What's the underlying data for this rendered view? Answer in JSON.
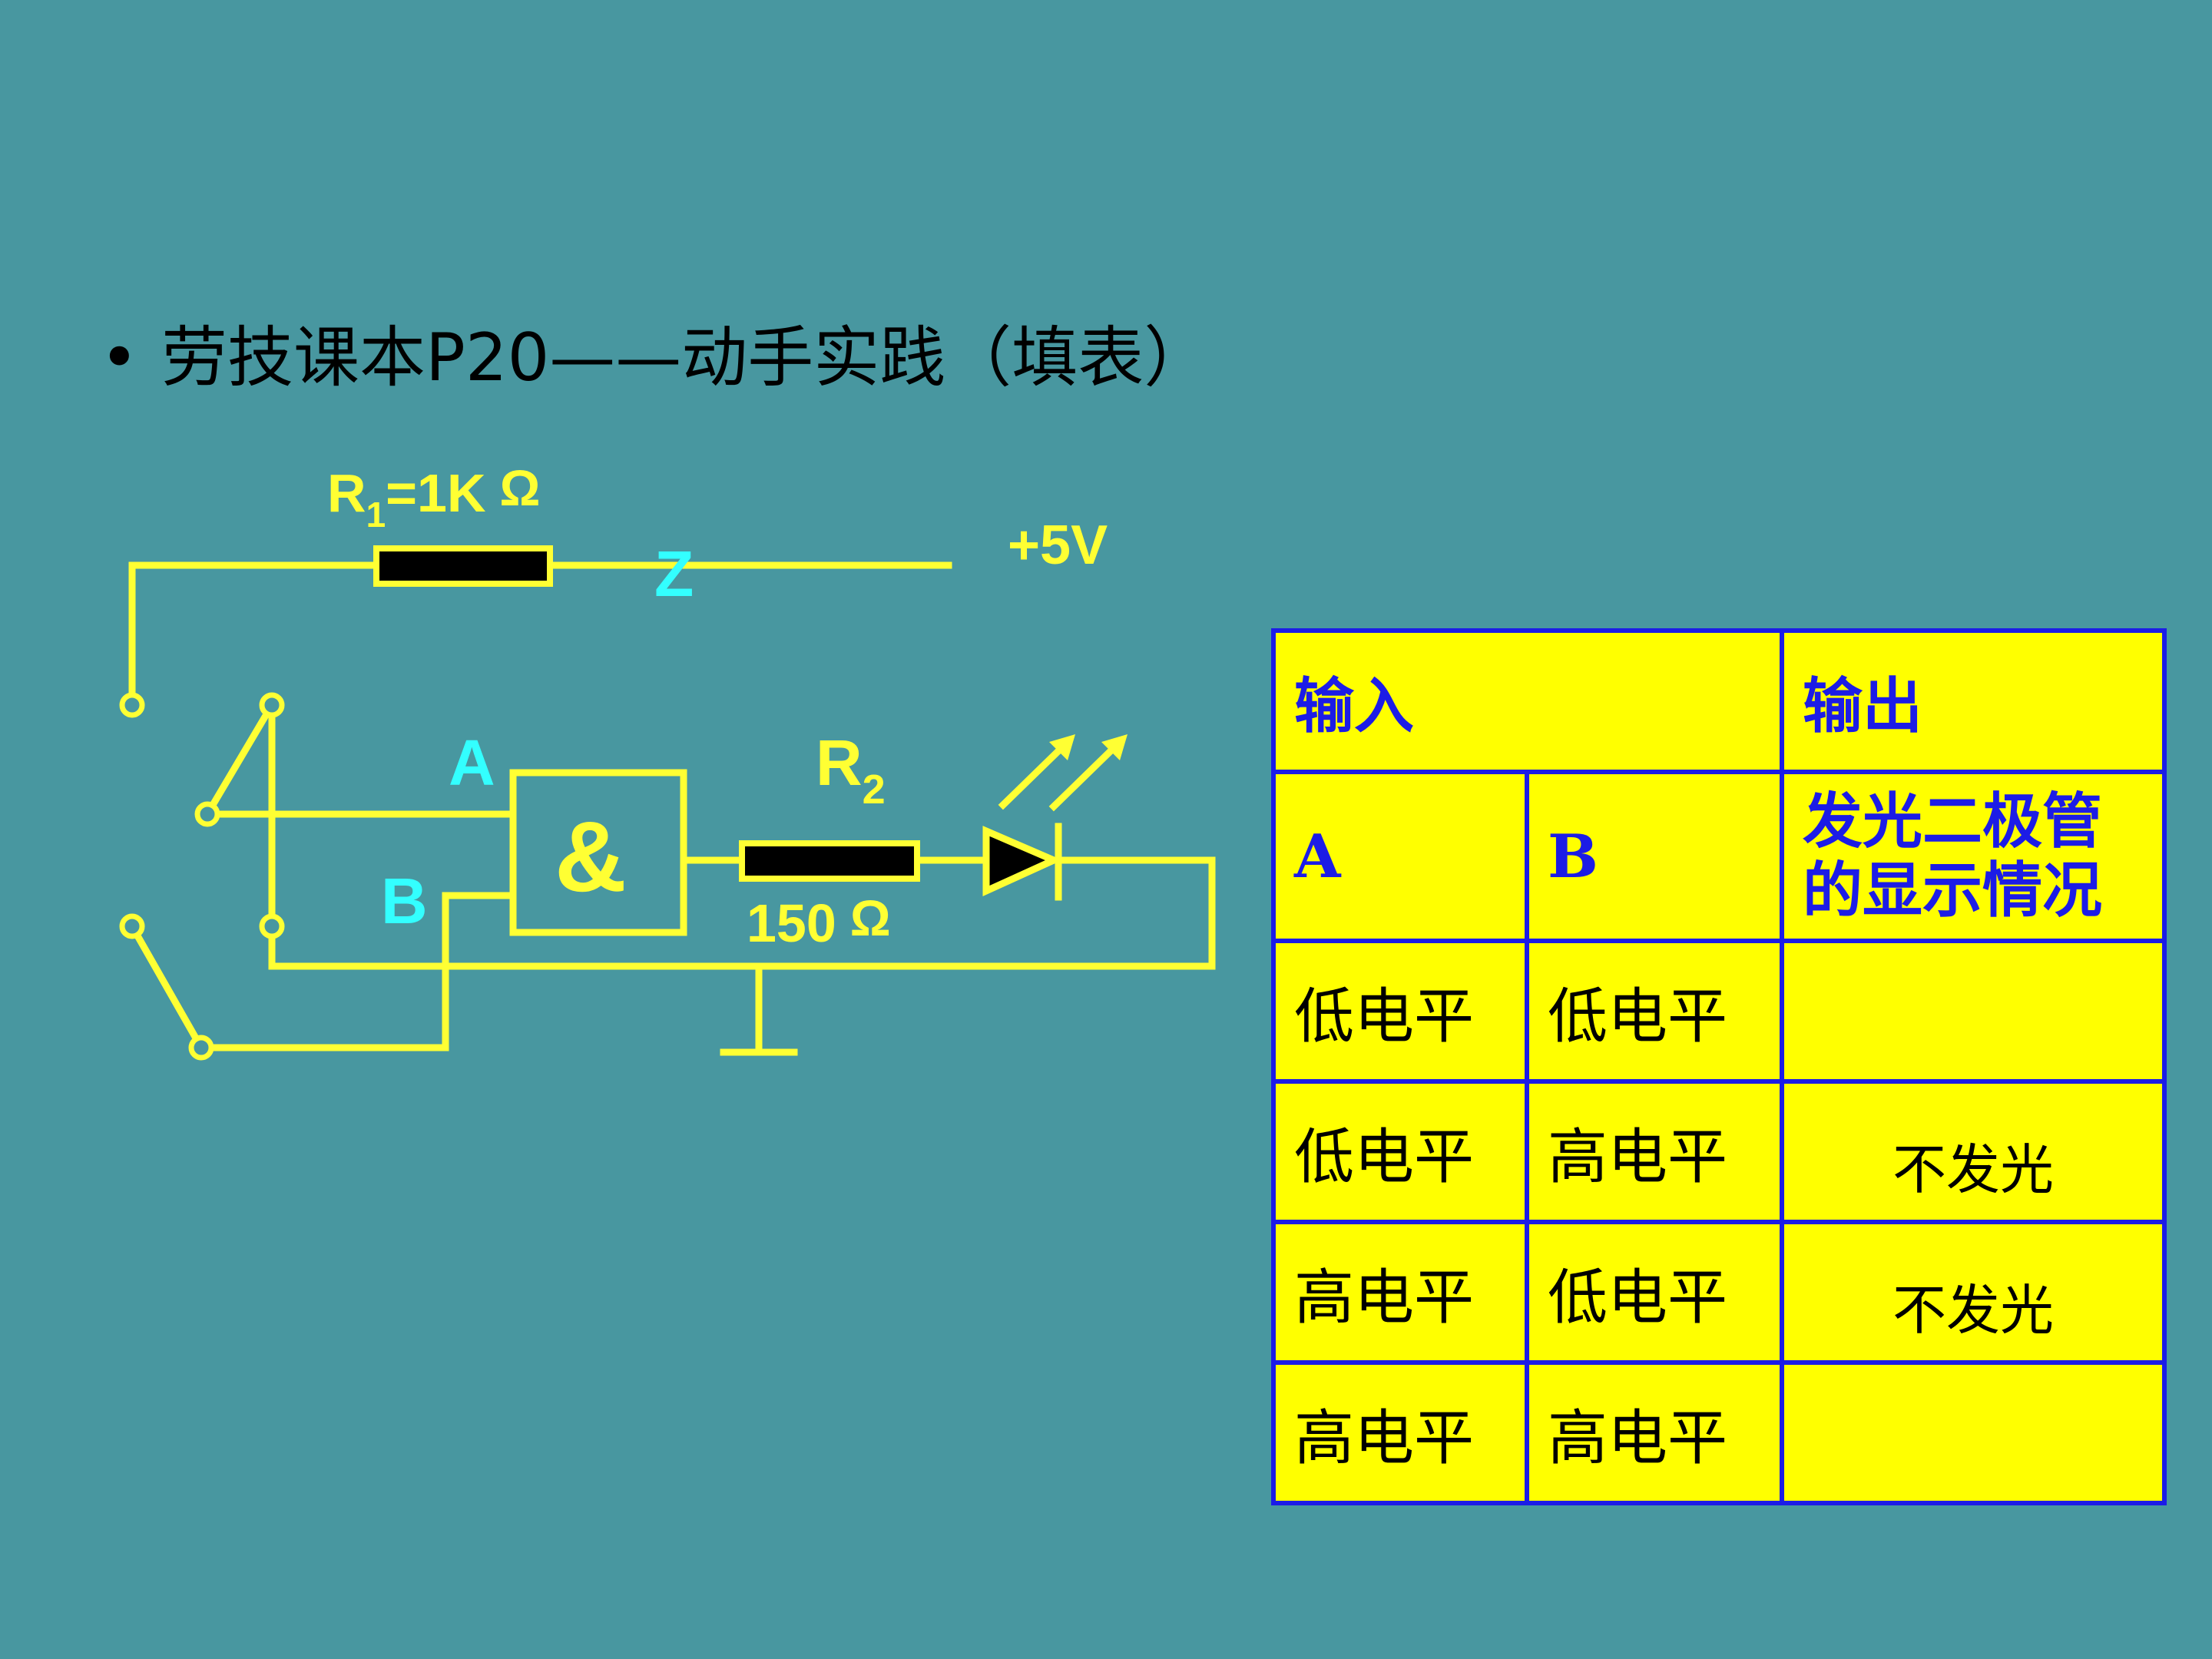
{
  "title": "劳技课本P20——动手实践（填表）",
  "bullet": "•",
  "circuit": {
    "r1_label": "R",
    "r1_sub": "1",
    "r1_value": "=1K",
    "ohm": "Ω",
    "z_label": "Z",
    "vcc_label": "+5V",
    "a_label": "A",
    "b_label": "B",
    "gate_symbol": "&",
    "r2_label": "R",
    "r2_sub": "2",
    "r2_value": "150",
    "colors": {
      "wire": "#ffff33",
      "accent": "#33ffff",
      "resistor": "#000000"
    }
  },
  "table": {
    "header_input": "输入",
    "header_output": "输出",
    "col_a": "A",
    "col_b": "B",
    "col_led": "发光二极管的显示情况",
    "rows": [
      {
        "a": "低电平",
        "b": "低电平",
        "led": ""
      },
      {
        "a": "低电平",
        "b": "高电平",
        "led": "不发光"
      },
      {
        "a": "高电平",
        "b": "低电平",
        "led": "不发光"
      },
      {
        "a": "高电平",
        "b": "高电平",
        "led": ""
      }
    ]
  }
}
